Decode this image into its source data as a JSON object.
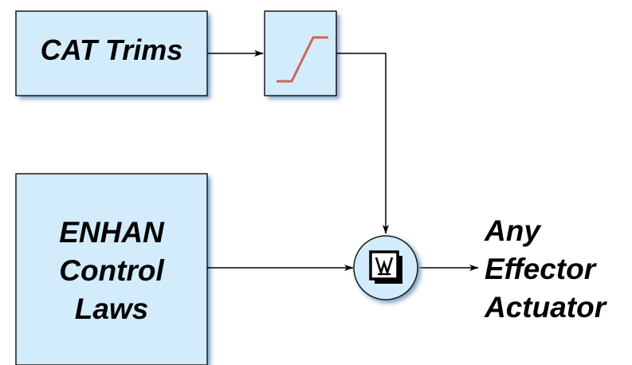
{
  "diagram": {
    "blocks": {
      "cat_trims": {
        "label": "CAT Trims"
      },
      "limiter": {
        "label": ""
      },
      "enhan_control_laws": {
        "lines": [
          "ENHAN",
          "Control",
          "Laws"
        ]
      },
      "summing_junction": {
        "label": ""
      }
    },
    "output": {
      "lines": [
        "Any",
        "Effector",
        "Actuator"
      ]
    },
    "colors": {
      "block_fill": "#d3ecfb",
      "block_stroke": "#1a1a1a",
      "shadow": "#7a9fc2",
      "ramp": "#c9665e",
      "wire": "#000000"
    }
  }
}
